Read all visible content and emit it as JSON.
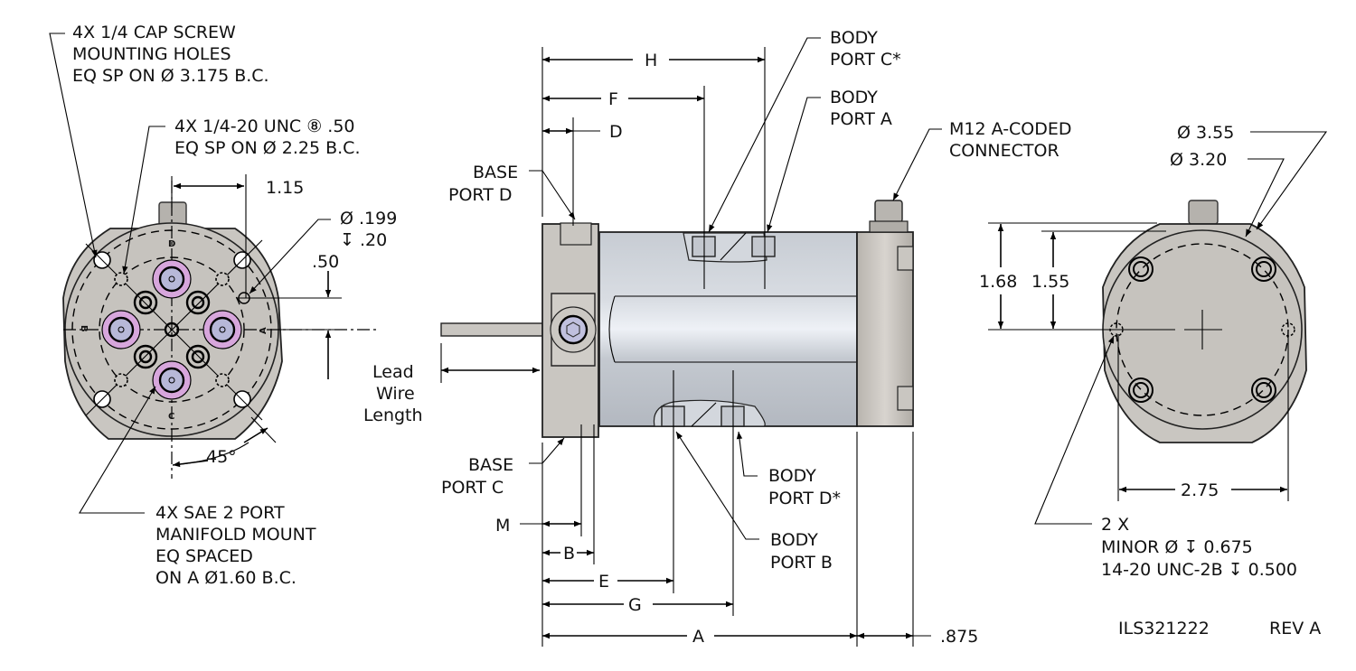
{
  "drawing_number": "ILS321222",
  "revision": "REV A",
  "colors": {
    "housing": "#c9c6c1",
    "housing_dark": "#a9a6a1",
    "body_light": "#d6dbe2",
    "body_mid": "#b9bec6",
    "port_ring": "#d7a6dc",
    "port_core": "#b7b8d8",
    "line": "#000000"
  },
  "left_view": {
    "notes": {
      "cap_screw": [
        "4X 1/4 CAP SCREW",
        "MOUNTING HOLES",
        "EQ SP ON Ø 3.175 B.C."
      ],
      "tapped_holes": [
        "4X 1/4-20 UNC ⑧ .50",
        "EQ SP ON Ø 2.25 B.C."
      ],
      "pin_hole": [
        "Ø .199",
        "↧ .20"
      ],
      "manifold": [
        "4X SAE 2 PORT",
        "MANIFOLD MOUNT",
        "EQ SPACED",
        "ON A Ø1.60 B.C."
      ]
    },
    "dimensions": {
      "width": "1.15",
      "offset": ".50",
      "angle": "45°"
    },
    "port_labels": [
      "D",
      "A",
      "C",
      "B"
    ]
  },
  "side_view": {
    "callouts": {
      "body_port_c": [
        "BODY",
        "PORT C*"
      ],
      "body_port_a": [
        "BODY",
        "PORT A"
      ],
      "connector": [
        "M12 A-CODED",
        "CONNECTOR"
      ],
      "base_port_d": [
        "BASE",
        "PORT D"
      ],
      "base_port_c": [
        "BASE",
        "PORT C"
      ],
      "body_port_d": [
        "BODY",
        "PORT D*"
      ],
      "body_port_b": [
        "BODY",
        "PORT B"
      ],
      "lead_wire": [
        "Lead",
        "Wire",
        "Length"
      ]
    },
    "dimensions": {
      "H": "H",
      "F": "F",
      "D": "D",
      "M": "M",
      "B": "B",
      "E": "E",
      "G": "G",
      "A": "A",
      "connector_length": ".875"
    }
  },
  "right_view": {
    "notes": {
      "dia_outer": "Ø 3.55",
      "dia_inner": "Ø 3.20",
      "tapped": [
        "2 X",
        "MINOR Ø ↧ 0.675",
        "14-20 UNC-2B ↧ 0.500"
      ]
    },
    "dimensions": {
      "height_outer": "1.68",
      "height_inner": "1.55",
      "width": "2.75"
    }
  }
}
